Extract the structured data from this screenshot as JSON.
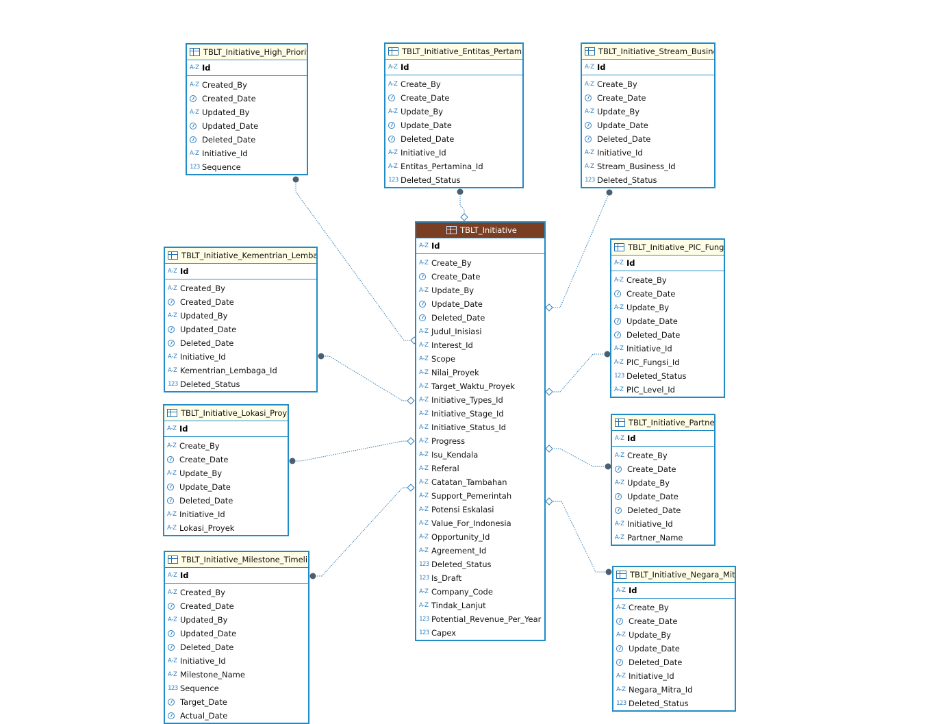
{
  "tables": [
    {
      "id": "high_priority",
      "title": "TBLT_Initiative_High_Priority",
      "pk": "Id",
      "columns": [
        [
          "str",
          "Created_By"
        ],
        [
          "date",
          "Created_Date"
        ],
        [
          "str",
          "Updated_By"
        ],
        [
          "date",
          "Updated_Date"
        ],
        [
          "date",
          "Deleted_Date"
        ],
        [
          "str",
          "Initiative_Id"
        ],
        [
          "num",
          "Sequence"
        ]
      ]
    },
    {
      "id": "entitas",
      "title": "TBLT_Initiative_Entitas_Pertamina",
      "pk": "Id",
      "columns": [
        [
          "str",
          "Create_By"
        ],
        [
          "date",
          "Create_Date"
        ],
        [
          "str",
          "Update_By"
        ],
        [
          "date",
          "Update_Date"
        ],
        [
          "date",
          "Deleted_Date"
        ],
        [
          "str",
          "Initiative_Id"
        ],
        [
          "str",
          "Entitas_Pertamina_Id"
        ],
        [
          "num",
          "Deleted_Status"
        ]
      ]
    },
    {
      "id": "stream",
      "title": "TBLT_Initiative_Stream_Business",
      "pk": "Id",
      "columns": [
        [
          "str",
          "Create_By"
        ],
        [
          "date",
          "Create_Date"
        ],
        [
          "str",
          "Update_By"
        ],
        [
          "date",
          "Update_Date"
        ],
        [
          "date",
          "Deleted_Date"
        ],
        [
          "str",
          "Initiative_Id"
        ],
        [
          "str",
          "Stream_Business_Id"
        ],
        [
          "num",
          "Deleted_Status"
        ]
      ]
    },
    {
      "id": "main",
      "title": "TBLT_Initiative",
      "pk": "Id",
      "main": true,
      "columns": [
        [
          "str",
          "Create_By"
        ],
        [
          "date",
          "Create_Date"
        ],
        [
          "str",
          "Update_By"
        ],
        [
          "date",
          "Update_Date"
        ],
        [
          "date",
          "Deleted_Date"
        ],
        [
          "str",
          "Judul_Inisiasi"
        ],
        [
          "str",
          "Interest_Id"
        ],
        [
          "str",
          "Scope"
        ],
        [
          "str",
          "Nilai_Proyek"
        ],
        [
          "str",
          "Target_Waktu_Proyek"
        ],
        [
          "str",
          "Initiative_Types_Id"
        ],
        [
          "str",
          "Initiative_Stage_Id"
        ],
        [
          "str",
          "Initiative_Status_Id"
        ],
        [
          "str",
          "Progress"
        ],
        [
          "str",
          "Isu_Kendala"
        ],
        [
          "str",
          "Referal"
        ],
        [
          "str",
          "Catatan_Tambahan"
        ],
        [
          "str",
          "Support_Pemerintah"
        ],
        [
          "str",
          "Potensi Eskalasi"
        ],
        [
          "str",
          "Value_For_Indonesia"
        ],
        [
          "str",
          "Opportunity_Id"
        ],
        [
          "str",
          "Agreement_Id"
        ],
        [
          "num",
          "Deleted_Status"
        ],
        [
          "num",
          "Is_Draft"
        ],
        [
          "str",
          "Company_Code"
        ],
        [
          "str",
          "Tindak_Lanjut"
        ],
        [
          "num",
          "Potential_Revenue_Per_Year"
        ],
        [
          "num",
          "Capex"
        ]
      ]
    },
    {
      "id": "kementrian",
      "title": "TBLT_Initiative_Kementrian_Lembaga",
      "pk": "Id",
      "columns": [
        [
          "str",
          "Created_By"
        ],
        [
          "date",
          "Created_Date"
        ],
        [
          "str",
          "Updated_By"
        ],
        [
          "date",
          "Updated_Date"
        ],
        [
          "date",
          "Deleted_Date"
        ],
        [
          "str",
          "Initiative_Id"
        ],
        [
          "str",
          "Kementrian_Lembaga_Id"
        ],
        [
          "num",
          "Deleted_Status"
        ]
      ]
    },
    {
      "id": "pic",
      "title": "TBLT_Initiative_PIC_Fungsi",
      "pk": "Id",
      "columns": [
        [
          "str",
          "Create_By"
        ],
        [
          "date",
          "Create_Date"
        ],
        [
          "str",
          "Update_By"
        ],
        [
          "date",
          "Update_Date"
        ],
        [
          "date",
          "Deleted_Date"
        ],
        [
          "str",
          "Initiative_Id"
        ],
        [
          "str",
          "PIC_Fungsi_Id"
        ],
        [
          "num",
          "Deleted_Status"
        ],
        [
          "str",
          "PIC_Level_Id"
        ]
      ]
    },
    {
      "id": "lokasi",
      "title": "TBLT_Initiative_Lokasi_Proyek",
      "pk": "Id",
      "columns": [
        [
          "str",
          "Create_By"
        ],
        [
          "date",
          "Create_Date"
        ],
        [
          "str",
          "Update_By"
        ],
        [
          "date",
          "Update_Date"
        ],
        [
          "date",
          "Deleted_Date"
        ],
        [
          "str",
          "Initiative_Id"
        ],
        [
          "str",
          "Lokasi_Proyek"
        ]
      ]
    },
    {
      "id": "partners",
      "title": "TBLT_Initiative_Partners",
      "pk": "Id",
      "columns": [
        [
          "str",
          "Create_By"
        ],
        [
          "date",
          "Create_Date"
        ],
        [
          "str",
          "Update_By"
        ],
        [
          "date",
          "Update_Date"
        ],
        [
          "date",
          "Deleted_Date"
        ],
        [
          "str",
          "Initiative_Id"
        ],
        [
          "str",
          "Partner_Name"
        ]
      ]
    },
    {
      "id": "milestone",
      "title": "TBLT_Initiative_Milestone_Timeline",
      "pk": "Id",
      "columns": [
        [
          "str",
          "Created_By"
        ],
        [
          "date",
          "Created_Date"
        ],
        [
          "str",
          "Updated_By"
        ],
        [
          "date",
          "Updated_Date"
        ],
        [
          "date",
          "Deleted_Date"
        ],
        [
          "str",
          "Initiative_Id"
        ],
        [
          "str",
          "Milestone_Name"
        ],
        [
          "num",
          "Sequence"
        ],
        [
          "date",
          "Target_Date"
        ],
        [
          "date",
          "Actual_Date"
        ]
      ]
    },
    {
      "id": "negara",
      "title": "TBLT_Initiative_Negara_Mitra",
      "pk": "Id",
      "columns": [
        [
          "str",
          "Create_By"
        ],
        [
          "date",
          "Create_Date"
        ],
        [
          "str",
          "Update_By"
        ],
        [
          "date",
          "Update_Date"
        ],
        [
          "date",
          "Deleted_Date"
        ],
        [
          "str",
          "Initiative_Id"
        ],
        [
          "str",
          "Negara_Mitra_Id"
        ],
        [
          "num",
          "Deleted_Status"
        ]
      ]
    }
  ],
  "relationships": [
    {
      "from": "high_priority",
      "to": "main"
    },
    {
      "from": "entitas",
      "to": "main"
    },
    {
      "from": "stream",
      "to": "main"
    },
    {
      "from": "kementrian",
      "to": "main"
    },
    {
      "from": "pic",
      "to": "main"
    },
    {
      "from": "lokasi",
      "to": "main"
    },
    {
      "from": "partners",
      "to": "main"
    },
    {
      "from": "milestone",
      "to": "main"
    },
    {
      "from": "negara",
      "to": "main"
    }
  ],
  "type_icons": {
    "str": "A-Z",
    "num": "123",
    "date": "clock-icon"
  },
  "colors": {
    "border": "#1f8bc7",
    "header": "#fffde6",
    "main_header": "#7a3e22",
    "link": "#2f7fb8"
  }
}
